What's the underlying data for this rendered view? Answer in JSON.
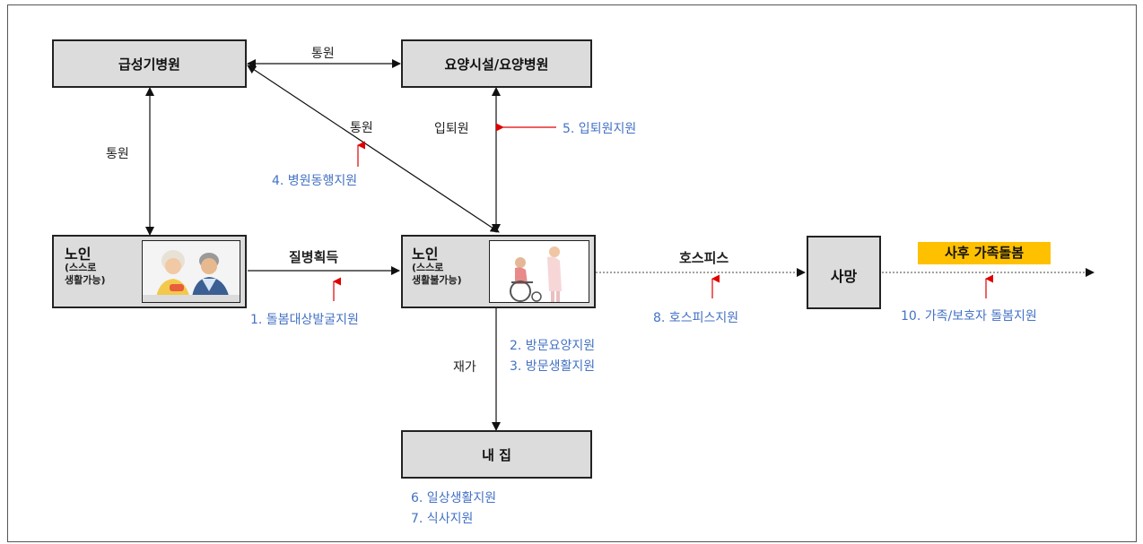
{
  "nodes": {
    "acute_hospital": "급성기병원",
    "nursing_facility": "요양시설/요양병원",
    "elder_independent": {
      "title": "노인",
      "sub1": "(스스로",
      "sub2": "생활가능)"
    },
    "elder_dependent": {
      "title": "노인",
      "sub1": "(스스로",
      "sub2": "생활불가능)"
    },
    "home": "내 집",
    "death": "사망",
    "bereavement": "사후 가족돌봄"
  },
  "edge_labels": {
    "visit_top": "통원",
    "visit_diag": "통원",
    "visit_left": "통원",
    "admission": "입퇴원",
    "disease": "질병획득",
    "hospice": "호스피스",
    "stay_home": "재가"
  },
  "supports": {
    "s1": "1. 돌봄대상발굴지원",
    "s2": "2. 방문요양지원",
    "s3": "3. 방문생활지원",
    "s4": "4. 병원동행지원",
    "s5": "5. 입퇴원지원",
    "s6": "6. 일상생활지원",
    "s7": "7. 식사지원",
    "s8": "8. 호스피스지원",
    "s10": "10. 가족/보호자 돌봄지원"
  },
  "colors": {
    "support_text": "#4472c4",
    "support_arrow": "#e00000",
    "box_fill": "#dcdcdc",
    "highlight": "#ffc000"
  }
}
